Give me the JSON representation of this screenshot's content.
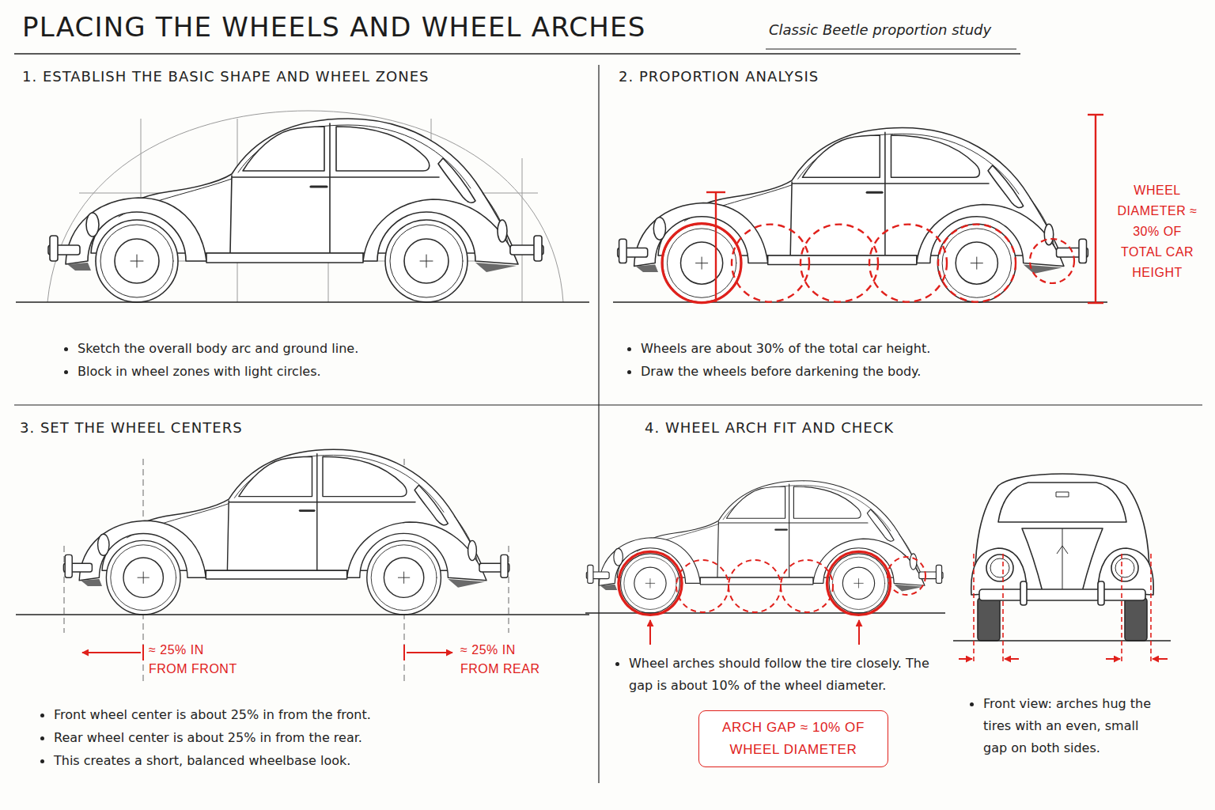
{
  "diagram": {
    "title": "PLACING THE WHEELS AND WHEEL ARCHES",
    "nodes": [
      {
        "text": [
          "1. ESTABLISH THE BASIC SHAPE AND WHEEL ZONES",
          "Sketch the overall body arc and ground line.",
          "Block in wheel zones with light circles."
        ]
      },
      {
        "text": [
          "2. PROPORTION ANALYSIS",
          "Wheels are about 30% of the total car height.",
          "Draw the wheels before darkening the body."
        ]
      },
      {
        "text": [
          "3. SET THE WHEEL CENTERS",
          "Front wheel center is about 25% in from the front.",
          "Rear wheel center is about 25% in from the rear.",
          "This creates a short, balanced wheelbase look."
        ]
      },
      {
        "text": [
          "4. WHEEL ARCH FIT AND CHECK",
          "Wheel arches should follow the tire closely. The gap is about 10% of the wheel diameter.",
          "Front view: arches hug the tires with an even, small gap on both sides."
        ]
      },
      {
        "text": [
          "ARCH GAP ≈ 10% OF WHEEL DIAMETER"
        ],
        "in": 3
      }
    ],
    "labels": [
      "Classic Beetle proportion study",
      "WHEEL DIAMETER ≈ 30% OF TOTAL CAR HEIGHT",
      "≈ 25% IN FROM FRONT",
      "≈ 25% IN FROM REAR"
    ]
  }
}
